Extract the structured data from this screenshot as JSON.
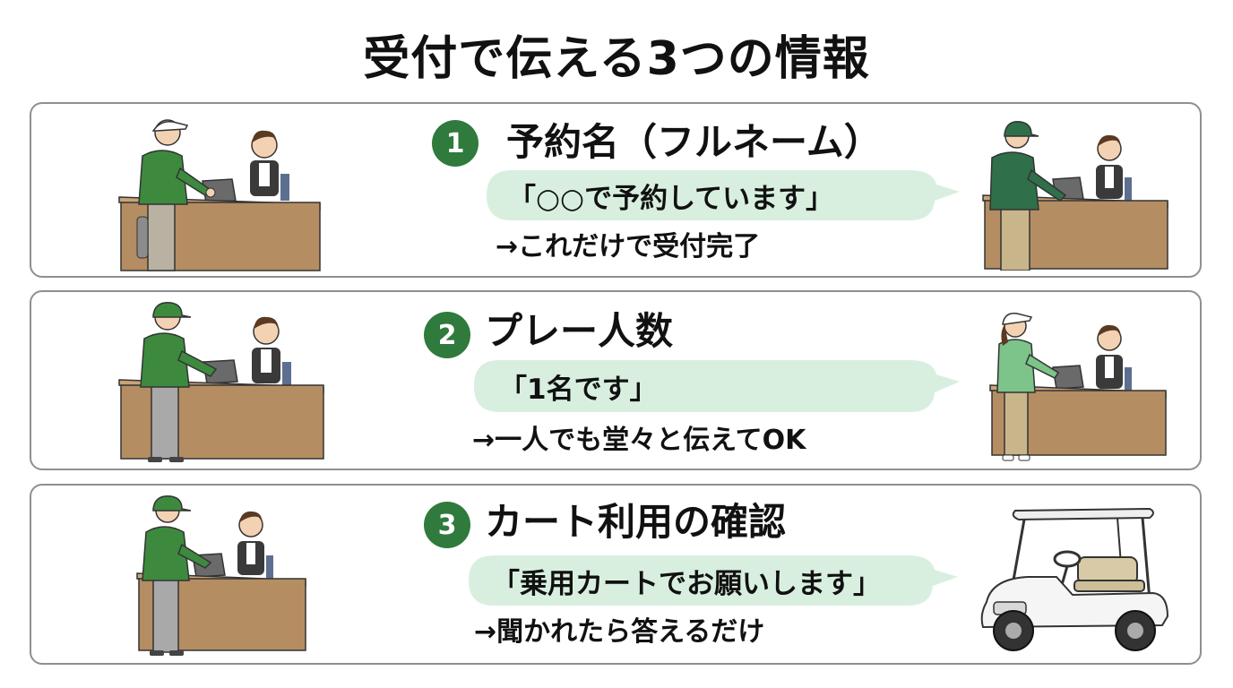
{
  "title": "受付で伝える3つの情報",
  "colors": {
    "accent": "#2f7a3c",
    "bubble": "#d8efdf",
    "border": "#8f8f8f",
    "desk": "#b58d62",
    "shirt": "#3d8a3f"
  },
  "items": [
    {
      "number": "1",
      "heading": "予約名（フルネーム）",
      "speech": "「○○で予約しています」",
      "note": "→これだけで受付完了"
    },
    {
      "number": "2",
      "heading": "プレー人数",
      "speech": "「1名です」",
      "note": "→一人でも堂々と伝えてOK"
    },
    {
      "number": "3",
      "heading": "カート利用の確認",
      "speech": "「乗用カートでお願いします」",
      "note": "→聞かれたら答えるだけ"
    }
  ]
}
